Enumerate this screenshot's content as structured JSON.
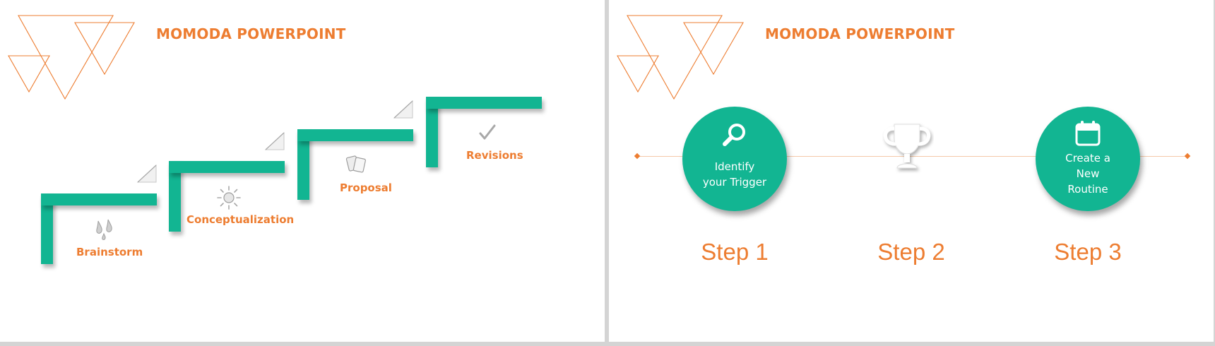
{
  "colors": {
    "accent_orange": "#ED7D31",
    "accent_green": "#12B592",
    "background": "#FFFFFF",
    "icon_gray": "#BFBFBF"
  },
  "left_slide": {
    "title": "MOMODA POWERPOINT",
    "stairs": [
      {
        "label": "Brainstorm",
        "icon": "raindrops-icon"
      },
      {
        "label": "Conceptualization",
        "icon": "sun-icon"
      },
      {
        "label": "Proposal",
        "icon": "cards-icon"
      },
      {
        "label": "Revisions",
        "icon": "checkmark-icon"
      }
    ]
  },
  "right_slide": {
    "title": "MOMODA POWERPOINT",
    "steps": [
      {
        "label": "Step 1",
        "circle_text": "Identify\nyour Trigger",
        "icon": "magnifier-icon"
      },
      {
        "label": "Step 2",
        "circle_text": "",
        "icon": "trophy-icon"
      },
      {
        "label": "Step 3",
        "circle_text": "Create a\nNew\nRoutine",
        "icon": "calendar-icon"
      }
    ]
  }
}
